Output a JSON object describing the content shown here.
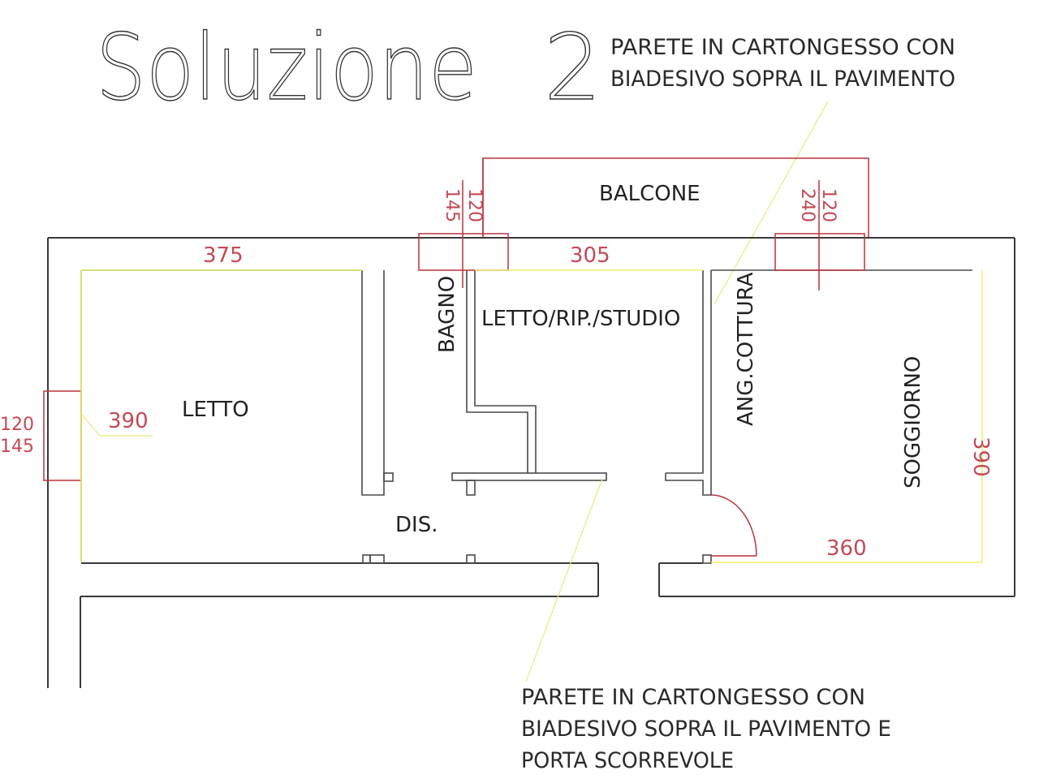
{
  "title": {
    "word": "Soluzione",
    "number": "2"
  },
  "notes": {
    "top": {
      "line1": "PARETE IN CARTONGESSO   CON",
      "line2": "BIADESIVO SOPRA IL PAVIMENTO"
    },
    "bottom": {
      "line1": "PARETE IN CARTONGESSO   CON",
      "line2": "BIADESIVO SOPRA IL PAVIMENTO E",
      "line3": "PORTA SCORREVOLE"
    }
  },
  "rooms": {
    "balcone": "BALCONE",
    "letto": "LETTO",
    "bagno": "BAGNO",
    "letto_rip_studio": "LETTO/RIP./STUDIO",
    "ang_cottura": "ANG.COTTURA",
    "soggiorno": "SOGGIORNO",
    "dis": "DIS."
  },
  "dimensions": {
    "letto_width": "375",
    "studio_width": "305",
    "letto_depth": "390",
    "soggiorno_depth": "390",
    "soggiorno_width": "360",
    "window_left": {
      "width": "120",
      "height": "145"
    },
    "window_balcony_left": {
      "width": "120",
      "height": "145"
    },
    "window_balcony_right": {
      "width": "120",
      "height": "240"
    }
  },
  "colors": {
    "wall": "#3a3a3a",
    "opening": "#b8343c",
    "dimension_line": "#f2ef6a",
    "dimension_text": "#c24a55",
    "label_text": "#222222"
  }
}
